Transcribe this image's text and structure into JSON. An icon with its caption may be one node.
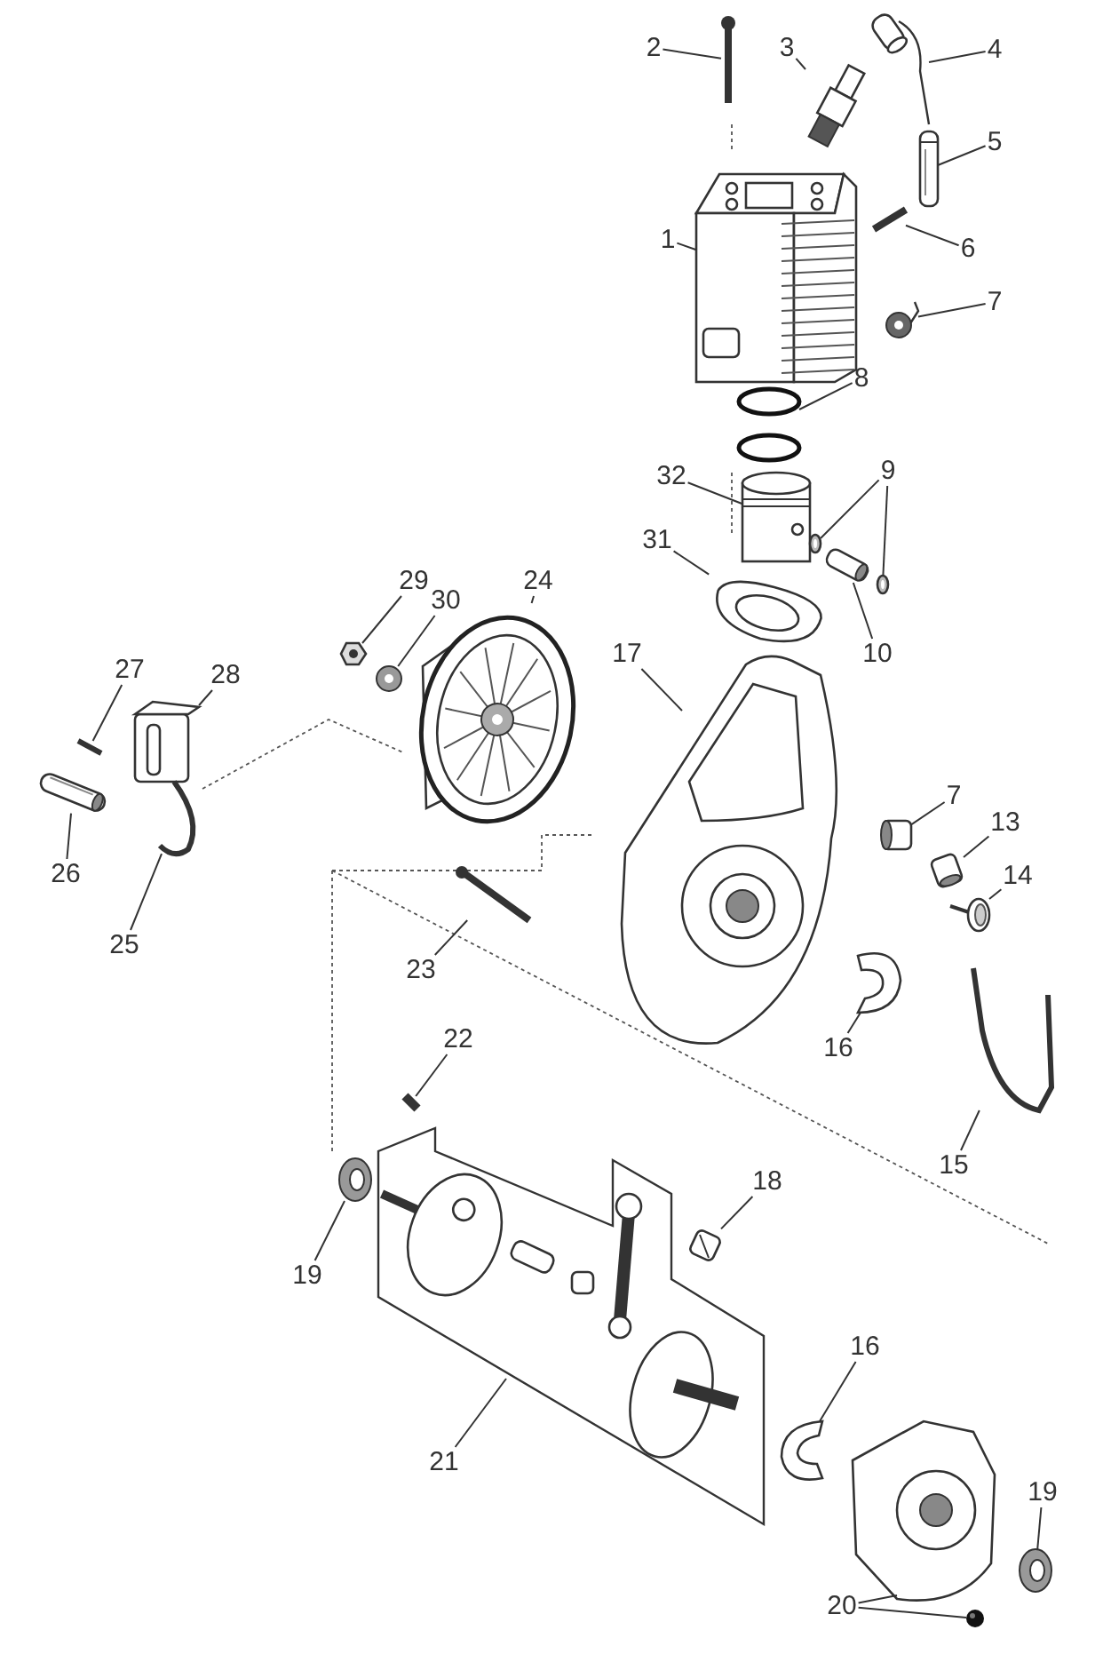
{
  "diagram": {
    "nodes": [
      {
        "text": [
          "2"
        ]
      },
      {
        "text": [],
        "shape": "picture"
      },
      {
        "text": [
          "3"
        ]
      },
      {
        "text": [],
        "shape": "picture"
      },
      {
        "text": [
          "4"
        ]
      },
      {
        "text": [],
        "shape": "picture"
      },
      {
        "text": [
          "1"
        ]
      },
      {
        "text": [],
        "shape": "picture"
      },
      {
        "text": [
          "5"
        ]
      },
      {
        "text": [],
        "shape": "picture"
      },
      {
        "text": [
          "6"
        ]
      },
      {
        "text": [],
        "shape": "picture"
      },
      {
        "text": [
          "7"
        ]
      },
      {
        "text": [],
        "shape": "picture"
      },
      {
        "text": [
          "8"
        ]
      },
      {
        "text": [],
        "shape": "picture"
      },
      {
        "text": [
          "32"
        ]
      },
      {
        "text": [],
        "shape": "picture"
      },
      {
        "text": [
          "9"
        ]
      },
      {
        "text": [],
        "shape": "picture"
      },
      {
        "text": [],
        "shape": "picture"
      },
      {
        "text": [
          "31"
        ]
      },
      {
        "text": [],
        "shape": "picture"
      },
      {
        "text": [
          "10"
        ]
      },
      {
        "text": [],
        "shape": "picture"
      },
      {
        "text": [
          "29"
        ]
      },
      {
        "text": [],
        "shape": "picture"
      },
      {
        "text": [
          "30"
        ]
      },
      {
        "text": [],
        "shape": "picture"
      },
      {
        "text": [
          "24"
        ]
      },
      {
        "text": [],
        "shape": "picture"
      },
      {
        "text": [
          "27"
        ]
      },
      {
        "text": [],
        "shape": "picture"
      },
      {
        "text": [
          "28"
        ]
      },
      {
        "text": [],
        "shape": "picture"
      },
      {
        "text": [
          "17"
        ]
      },
      {
        "text": [],
        "shape": "picture"
      },
      {
        "text": [
          "26"
        ]
      },
      {
        "text": [],
        "shape": "picture"
      },
      {
        "text": [
          "25"
        ]
      },
      {
        "text": [],
        "shape": "picture"
      },
      {
        "text": [
          "7"
        ]
      },
      {
        "text": [],
        "shape": "picture"
      },
      {
        "text": [
          "13"
        ]
      },
      {
        "text": [],
        "shape": "picture"
      },
      {
        "text": [
          "14"
        ]
      },
      {
        "text": [],
        "shape": "picture"
      },
      {
        "text": [
          "23"
        ]
      },
      {
        "text": [],
        "shape": "picture"
      },
      {
        "text": [
          "16"
        ]
      },
      {
        "text": [],
        "shape": "picture"
      },
      {
        "text": [
          "22"
        ]
      },
      {
        "text": [],
        "shape": "picture"
      },
      {
        "text": [
          "15"
        ]
      },
      {
        "text": [],
        "shape": "picture"
      },
      {
        "text": [
          "19"
        ]
      },
      {
        "text": [],
        "shape": "picture"
      },
      {
        "text": [
          "18"
        ]
      },
      {
        "text": [],
        "shape": "picture"
      },
      {
        "text": [
          "21"
        ]
      },
      {
        "text": [],
        "shape": "picture"
      },
      {
        "text": [
          "16"
        ]
      },
      {
        "text": [],
        "shape": "picture"
      },
      {
        "text": [
          "19"
        ]
      },
      {
        "text": [],
        "shape": "picture"
      },
      {
        "text": [
          "20"
        ]
      },
      {
        "text": [],
        "shape": "picture"
      },
      {
        "text": [],
        "shape": "picture"
      }
    ],
    "edges": [
      {
        "from": 0,
        "to": 1,
        "arrow": "none"
      },
      {
        "from": 2,
        "to": 3,
        "arrow": "none"
      },
      {
        "from": 4,
        "to": 5,
        "arrow": "none"
      },
      {
        "from": 6,
        "to": 7,
        "arrow": "none"
      },
      {
        "from": 8,
        "to": 9,
        "arrow": "none"
      },
      {
        "from": 10,
        "to": 11,
        "arrow": "none"
      },
      {
        "from": 12,
        "to": 13,
        "arrow": "none"
      },
      {
        "from": 14,
        "to": 15,
        "arrow": "none"
      },
      {
        "from": 16,
        "to": 17,
        "arrow": "none"
      },
      {
        "from": 18,
        "to": 19,
        "arrow": "none"
      },
      {
        "from": 18,
        "to": 20,
        "arrow": "none"
      },
      {
        "from": 21,
        "to": 22,
        "arrow": "none"
      },
      {
        "from": 23,
        "to": 24,
        "arrow": "none"
      },
      {
        "from": 25,
        "to": 26,
        "arrow": "none"
      },
      {
        "from": 27,
        "to": 28,
        "arrow": "none"
      },
      {
        "from": 29,
        "to": 30,
        "arrow": "none"
      },
      {
        "from": 31,
        "to": 32,
        "arrow": "none"
      },
      {
        "from": 33,
        "to": 34,
        "arrow": "none"
      },
      {
        "from": 35,
        "to": 36,
        "arrow": "none"
      },
      {
        "from": 37,
        "to": 38,
        "arrow": "none"
      },
      {
        "from": 39,
        "to": 40,
        "arrow": "none"
      },
      {
        "from": 41,
        "to": 42,
        "arrow": "none"
      },
      {
        "from": 43,
        "to": 44,
        "arrow": "none"
      },
      {
        "from": 45,
        "to": 46,
        "arrow": "none"
      },
      {
        "from": 47,
        "to": 48,
        "arrow": "none"
      },
      {
        "from": 49,
        "to": 50,
        "arrow": "none"
      },
      {
        "from": 51,
        "to": 52,
        "arrow": "none"
      },
      {
        "from": 53,
        "to": 54,
        "arrow": "none"
      },
      {
        "from": 55,
        "to": 56,
        "arrow": "none"
      },
      {
        "from": 57,
        "to": 58,
        "arrow": "none"
      },
      {
        "from": 59,
        "to": 60,
        "arrow": "none"
      },
      {
        "from": 61,
        "to": 62,
        "arrow": "none"
      },
      {
        "from": 63,
        "to": 64,
        "arrow": "none"
      },
      {
        "from": 65,
        "to": 66,
        "arrow": "none"
      },
      {
        "from": 65,
        "to": 67,
        "arrow": "none"
      }
    ]
  }
}
